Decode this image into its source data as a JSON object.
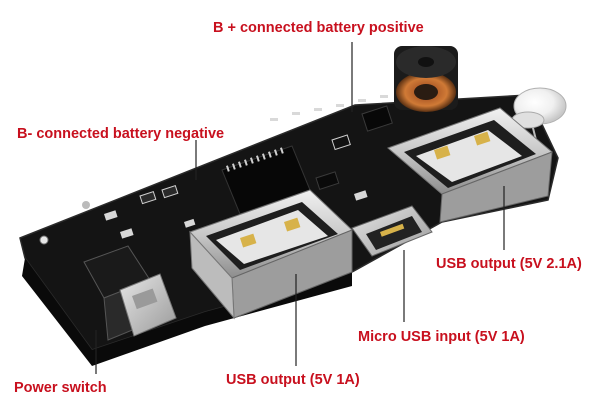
{
  "labels": {
    "b_plus": "B + connected battery positive",
    "b_minus": "B- connected battery negative",
    "usb_output_2a": "USB output (5V 2.1A)",
    "micro_usb_input": "Micro USB input (5V 1A)",
    "usb_output_1a": "USB output (5V 1A)",
    "power_switch": "Power switch"
  },
  "colors": {
    "label": "#c8101e",
    "pcb": "#141414",
    "leader_line": "#222222"
  }
}
